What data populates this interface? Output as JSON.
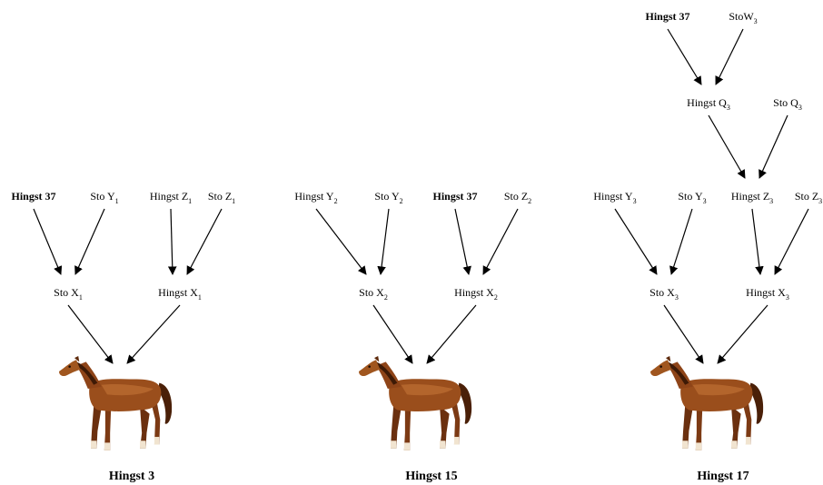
{
  "pedigrees": [
    {
      "title": "Hingst 3",
      "horse_icon": "horse-icon",
      "nodes": {
        "gp1": {
          "name": "Hingst 37",
          "bold": true
        },
        "gp2": {
          "name": "Sto Y",
          "sub": "1"
        },
        "gp3": {
          "name": "Hingst Z",
          "sub": "1"
        },
        "gp4": {
          "name": "Sto Z",
          "sub": "1"
        },
        "p1": {
          "name": "Sto X",
          "sub": "1"
        },
        "p2": {
          "name": "Hingst X",
          "sub": "1"
        }
      }
    },
    {
      "title": "Hingst 15",
      "horse_icon": "horse-icon",
      "nodes": {
        "gp1": {
          "name": "Hingst Y",
          "sub": "2"
        },
        "gp2": {
          "name": "Sto Y",
          "sub": "2"
        },
        "gp3": {
          "name": "Hingst 37",
          "bold": true
        },
        "gp4": {
          "name": "Sto Z",
          "sub": "2"
        },
        "p1": {
          "name": "Sto X",
          "sub": "2"
        },
        "p2": {
          "name": "Hingst X",
          "sub": "2"
        }
      }
    },
    {
      "title": "Hingst 17",
      "horse_icon": "horse-icon",
      "nodes": {
        "ggp1": {
          "name": "Hingst 37",
          "bold": true
        },
        "ggp2": {
          "name": "StoW",
          "sub": "3"
        },
        "gp0": {
          "name": "Hingst Q",
          "sub": "3"
        },
        "gp0b": {
          "name": "Sto Q",
          "sub": "3"
        },
        "gp1": {
          "name": "Hingst Y",
          "sub": "3"
        },
        "gp2": {
          "name": "Sto Y",
          "sub": "3"
        },
        "gp3": {
          "name": "Hingst Z",
          "sub": "3"
        },
        "gp4": {
          "name": "Sto Z",
          "sub": "3"
        },
        "p1": {
          "name": "Sto X",
          "sub": "3"
        },
        "p2": {
          "name": "Hingst X",
          "sub": "3"
        }
      }
    }
  ],
  "colors": {
    "horse_body": "#9a4e1c",
    "horse_dark": "#5e2a0c",
    "horse_light": "#c8783a",
    "horse_white": "#f1e4d0"
  }
}
